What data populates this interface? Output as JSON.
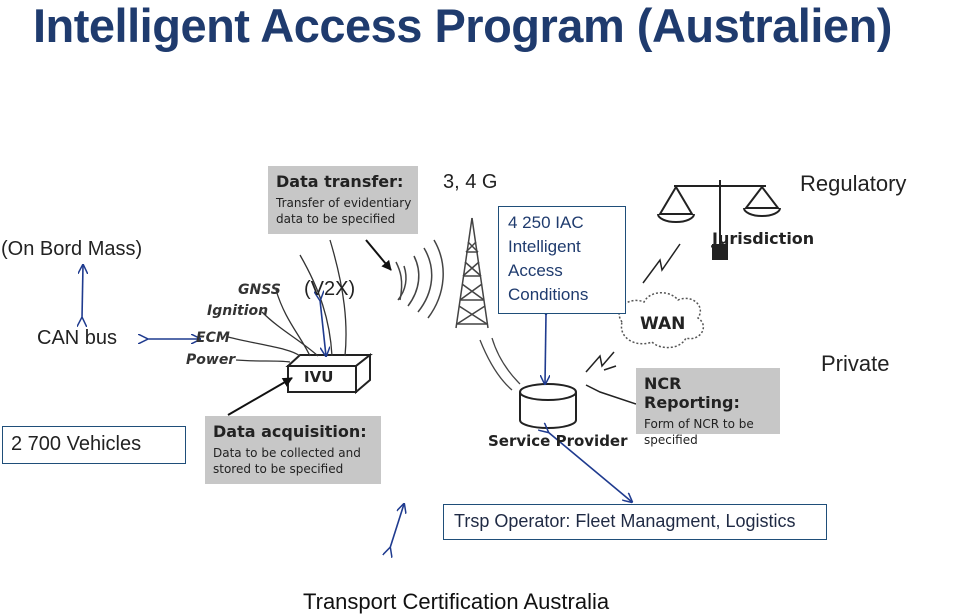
{
  "title": "Intelligent Access Program (Australien)",
  "labels": {
    "on_board_mass": "(On Bord Mass)",
    "can_bus": "CAN bus",
    "v2x": "(V2X)",
    "network": "3, 4 G",
    "regulatory": "Regulatory",
    "private": "Private",
    "vehicles": "2 700 Vehicles",
    "footer": "Transport Certification Australia"
  },
  "iac_box": {
    "lines": [
      "4 250  IAC",
      "Intelligent",
      "Access",
      "Conditions"
    ]
  },
  "operator_box": {
    "text": "Trsp Operator:  Fleet Managment, Logistics"
  },
  "data_transfer": {
    "heading": "Data transfer:",
    "lines": [
      "Transfer of evidentiary",
      "data to be specified"
    ]
  },
  "data_acquisition": {
    "heading": "Data acquisition:",
    "lines": [
      "Data to be collected and",
      "stored to be specified"
    ]
  },
  "ncr_reporting": {
    "heading": "NCR Reporting:",
    "lines": [
      "Form of NCR to be",
      "specified"
    ]
  },
  "inputs": [
    "GNSS",
    "Ignition",
    "ECM",
    "Power"
  ],
  "ivu_label": "IVU",
  "wan_label": "WAN",
  "jurisdiction_label": "Jurisdiction",
  "service_provider_label": "Service Provider",
  "colors": {
    "title": "#1f3b6e",
    "arrow": "#1f3b8f",
    "box_border": "#1f4e79",
    "grey_panel": "#c7c7c7"
  }
}
